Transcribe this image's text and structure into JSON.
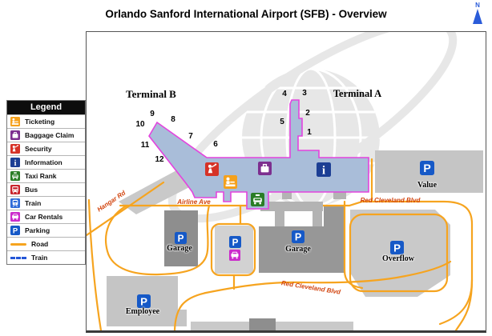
{
  "title": "Orlando Sanford International Airport (SFB) - Overview",
  "compass": {
    "label": "N"
  },
  "legend": {
    "title": "Legend",
    "items": [
      {
        "label": "Ticketing",
        "icon": "ticketing-icon",
        "color": "#f5a11c"
      },
      {
        "label": "Baggage Claim",
        "icon": "baggage-claim-icon",
        "color": "#7d2f8f"
      },
      {
        "label": "Security",
        "icon": "security-icon",
        "color": "#d63227"
      },
      {
        "label": "Information",
        "icon": "information-icon",
        "color": "#1c3e94"
      },
      {
        "label": "Taxi Rank",
        "icon": "taxi-rank-icon",
        "color": "#2a7d26"
      },
      {
        "label": "Bus",
        "icon": "bus-icon",
        "color": "#c8232c"
      },
      {
        "label": "Train",
        "icon": "train-icon",
        "color": "#2f6bd8"
      },
      {
        "label": "Car Rentals",
        "icon": "car-rentals-icon",
        "color": "#cb2bcb"
      },
      {
        "label": "Parking",
        "icon": "parking-icon",
        "color": "#1659c7"
      },
      {
        "label": "Road",
        "icon": "road-line",
        "color": "#f6a41f"
      },
      {
        "label": "Train",
        "icon": "train-line",
        "color": "#2456d6"
      }
    ]
  },
  "map": {
    "terminals": [
      {
        "name": "Terminal B"
      },
      {
        "name": "Terminal A"
      }
    ],
    "gates": [
      {
        "n": "1"
      },
      {
        "n": "2"
      },
      {
        "n": "3"
      },
      {
        "n": "4"
      },
      {
        "n": "5"
      },
      {
        "n": "6"
      },
      {
        "n": "7"
      },
      {
        "n": "8"
      },
      {
        "n": "9"
      },
      {
        "n": "10"
      },
      {
        "n": "11"
      },
      {
        "n": "12"
      }
    ],
    "roads": [
      {
        "name": "Hangar Rd"
      },
      {
        "name": "Airline Ave"
      },
      {
        "name": "Red Cleveland Blvd"
      },
      {
        "name": "Red Cleveland Blvd"
      }
    ],
    "parking": [
      {
        "name": "Value"
      },
      {
        "name": "Garage"
      },
      {
        "name": "Garage"
      },
      {
        "name": "Overflow"
      },
      {
        "name": "Employee"
      }
    ],
    "colors": {
      "terminal_fill": "#a9bdd9",
      "terminal_outline": "#e344de",
      "road": "#f6a41f",
      "road_label": "#d2440e",
      "parking_lot": "#c9c9c9",
      "garage": "#8e8e8e",
      "watermark": "#e7e7e7"
    }
  }
}
